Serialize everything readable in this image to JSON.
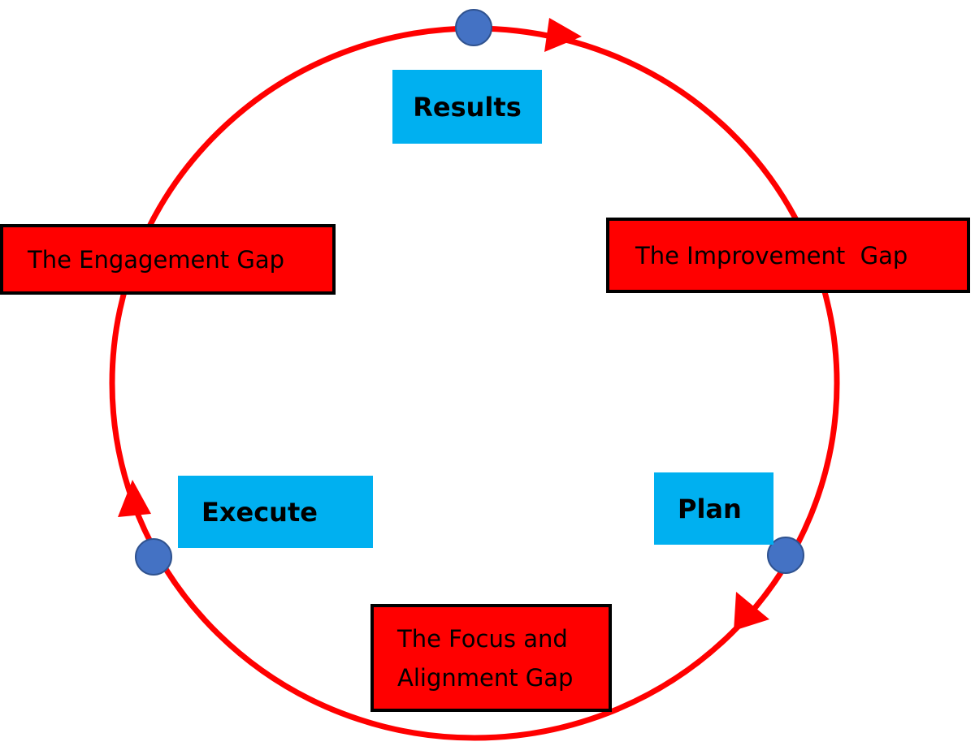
{
  "colors": {
    "cycle": "#ff0000",
    "stage_fill": "#00b0f0",
    "gap_fill": "#ff0000",
    "node_fill": "#4472c4",
    "node_stroke": "#2f528f",
    "outline": "#000000"
  },
  "stages": {
    "results": "Results",
    "execute": "Execute",
    "plan": "Plan"
  },
  "gaps": {
    "engagement": "The Engagement Gap",
    "improvement": "The Improvement  Gap",
    "focus_line1": "The Focus and",
    "focus_line2": "Alignment Gap"
  }
}
